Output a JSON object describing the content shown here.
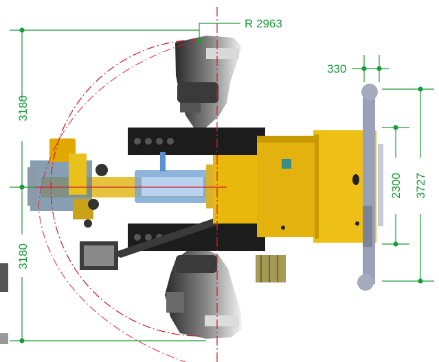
{
  "colors": {
    "dimension": "#1a9a3a",
    "centerline": "#d41f2a",
    "machine_body": "#f0c419",
    "machine_dark": "#b08a00",
    "track": "#1c1c1c",
    "outrigger": "#9aa0b8",
    "hydraulics": "#7aa7d6"
  },
  "dimensions": {
    "radius": "R 2963",
    "half_width_upper": "3180",
    "half_width_lower": "3180",
    "pad_offset": "330",
    "track_width": "2300",
    "outrigger_span": "3727"
  }
}
